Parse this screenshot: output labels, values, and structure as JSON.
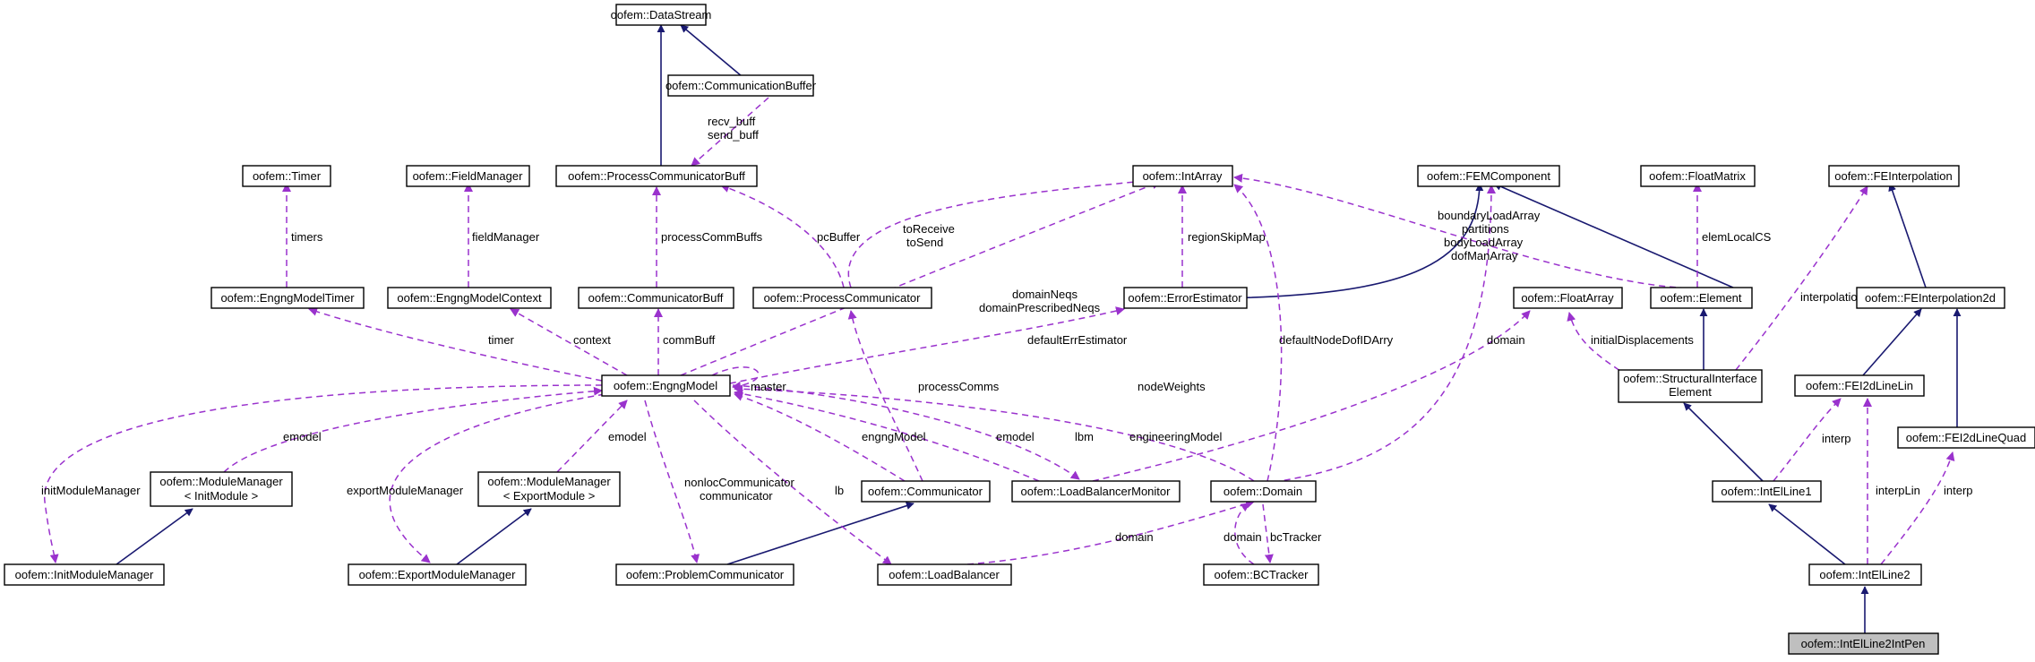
{
  "diagram": {
    "nodes": {
      "datastream": "oofem::DataStream",
      "communicationbuffer": "oofem::CommunicationBuffer",
      "timer": "oofem::Timer",
      "fieldmanager": "oofem::FieldManager",
      "processcommunicatorbuff": "oofem::ProcessCommunicatorBuff",
      "intarray": "oofem::IntArray",
      "femcomponent": "oofem::FEMComponent",
      "floatmatrix": "oofem::FloatMatrix",
      "feinterpolation": "oofem::FEInterpolation",
      "engngmodeltimer": "oofem::EngngModelTimer",
      "engngmodelcontext": "oofem::EngngModelContext",
      "communicatorbuff": "oofem::CommunicatorBuff",
      "processcommunicator": "oofem::ProcessCommunicator",
      "errorestimator": "oofem::ErrorEstimator",
      "floatarray": "oofem::FloatArray",
      "element": "oofem::Element",
      "feinterpolation2d": "oofem::FEInterpolation2d",
      "engngmodel": "oofem::EngngModel",
      "structuralinterfaceelement_1": "oofem::StructuralInterface",
      "structuralinterfaceelement_2": "Element",
      "fei2dlinelin": "oofem::FEI2dLineLin",
      "fei2dlinequad": "oofem::FEI2dLineQuad",
      "modulemanager_init_1": "oofem::ModuleManager",
      "modulemanager_init_2": "< InitModule >",
      "modulemanager_export_1": "oofem::ModuleManager",
      "modulemanager_export_2": "< ExportModule >",
      "communicator": "oofem::Communicator",
      "loadbalancermonitor": "oofem::LoadBalancerMonitor",
      "domain": "oofem::Domain",
      "intelline1": "oofem::IntElLine1",
      "initmodulemanager": "oofem::InitModuleManager",
      "exportmodulemanager": "oofem::ExportModuleManager",
      "problemcommunicator": "oofem::ProblemCommunicator",
      "loadbalancer": "oofem::LoadBalancer",
      "bctracker": "oofem::BCTracker",
      "intelline2": "oofem::IntElLine2",
      "intelline2intpen": "oofem::IntElLine2IntPen"
    },
    "edge_labels": {
      "recv_buff": "recv_buff",
      "send_buff": "send_buff",
      "timers": "timers",
      "fieldmanager": "fieldManager",
      "processcommbuffs": "processCommBuffs",
      "pcbuffer": "pcBuffer",
      "toreceive": "toReceive",
      "tosend": "toSend",
      "regionskipmap": "regionSkipMap",
      "boundaryloadarray": "boundaryLoadArray",
      "partitions": "partitions",
      "bodyloadarray": "bodyLoadArray",
      "dofmanarray": "dofManArray",
      "elemlocalcs": "elemLocalCS",
      "interpolation": "interpolation",
      "domainneqs": "domainNeqs",
      "domainprescribedneqs": "domainPrescribedNeqs",
      "timer": "timer",
      "context": "context",
      "commbuff": "commBuff",
      "defaulterrestimator": "defaultErrEstimator",
      "defaultnodedofidarry": "defaultNodeDofIDArry",
      "domain_fem": "domain",
      "initialdisplacements": "initialDisplacements",
      "master": "master",
      "processcomms": "processComms",
      "nodeweights": "nodeWeights",
      "emodel_init": "emodel",
      "emodel_export": "emodel",
      "engngmodel": "engngModel",
      "emodel_lbm": "emodel",
      "lbm": "lbm",
      "engineeringmodel": "engineeringModel",
      "initmodulemanager": "initModuleManager",
      "exportmodulemanager": "exportModuleManager",
      "nonloccommunicator": "nonlocCommunicator",
      "communicator": "communicator",
      "lb": "lb",
      "interp_lin": "interp",
      "interplin": "interpLin",
      "interp_quad": "interp",
      "domain_lb": "domain",
      "domain_bc": "domain",
      "bctracker": "bcTracker"
    },
    "colors": {
      "inheritance_edge": "#191970",
      "usage_edge": "#9a32cd",
      "current_node_fill": "#bfbfbf",
      "node_fill": "#ffffff",
      "node_border": "#000000"
    }
  }
}
